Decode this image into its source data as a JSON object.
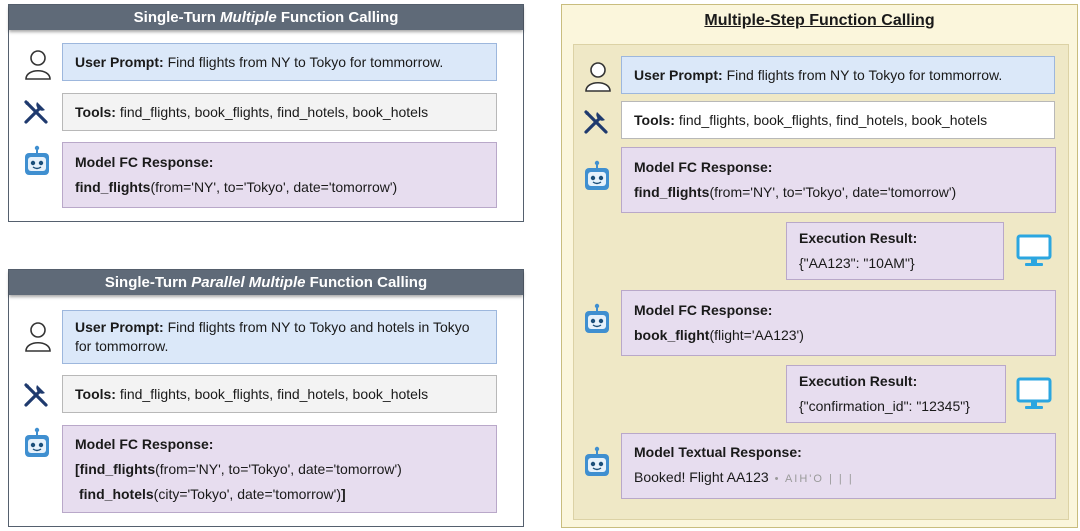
{
  "panel1": {
    "title_pre": "Single-Turn ",
    "title_em": "Multiple",
    "title_post": " Function Calling",
    "user_label": "User Prompt:",
    "user_text": " Find flights from NY to Tokyo for tommorrow.",
    "tools_label": "Tools:",
    "tools_text": " find_flights, book_flights, find_hotels, book_hotels",
    "resp_label": "Model FC Response:",
    "resp_fn": "find_flights",
    "resp_args": "(from='NY', to='Tokyo', date='tomorrow')"
  },
  "panel2": {
    "title_pre": "Single-Turn ",
    "title_em": "Parallel Multiple",
    "title_post": " Function Calling",
    "user_label": "User Prompt:",
    "user_text": " Find flights from NY to Tokyo and hotels in Tokyo for tommorrow.",
    "tools_label": "Tools:",
    "tools_text": " find_flights, book_flights, find_hotels, book_hotels",
    "resp_label": "Model FC Response:",
    "resp_open": "[",
    "resp_fn1": "find_flights",
    "resp_args1": "(from='NY', to='Tokyo', date='tomorrow')",
    "resp_fn2": "find_hotels",
    "resp_args2": "(city='Tokyo', date='tomorrow')",
    "resp_close": "]"
  },
  "panel3": {
    "title": "Multiple-Step Function Calling",
    "user_label": "User Prompt:",
    "user_text": " Find flights from NY to Tokyo for tommorrow.",
    "tools_label": "Tools:",
    "tools_text": " find_flights, book_flights, find_hotels, book_hotels",
    "resp1_label": "Model FC Response:",
    "resp1_fn": "find_flights",
    "resp1_args": "(from='NY', to='Tokyo', date='tomorrow')",
    "exec1_label": "Execution Result:",
    "exec1_text": "{\"AA123\": \"10AM\"}",
    "resp2_label": "Model FC Response:",
    "resp2_fn": "book_flight",
    "resp2_args": "(flight='AA123')",
    "exec2_label": "Execution Result:",
    "exec2_text": "{\"confirmation_id\": \"12345\"}",
    "textual_label": "Model Textual Response:",
    "textual_text": "Booked! Flight AA123",
    "textual_faint": "• AIH'O  |  |  |"
  },
  "colors": {
    "header_bg": "#5f6a78",
    "blue_box": "#dbe8f9",
    "gray_box": "#f3f3f3",
    "purple_box": "#e7ddef",
    "multistep_bg": "#fbf6dc",
    "robot_blue": "#3f8fd0",
    "monitor_blue": "#2ba6e0"
  },
  "icons": [
    "user-icon",
    "tools-icon",
    "robot-icon",
    "monitor-icon"
  ]
}
